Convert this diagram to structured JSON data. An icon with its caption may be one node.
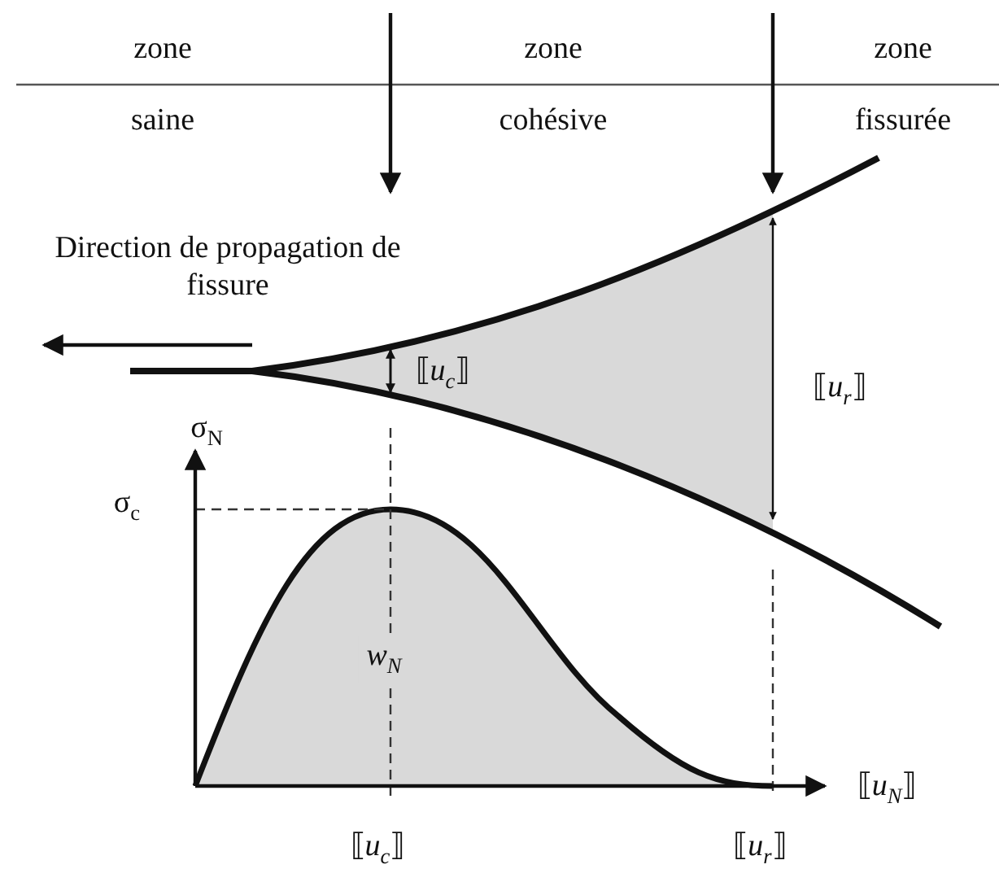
{
  "diagram": {
    "labels": [
      "zone",
      "zone",
      "zone",
      "saine",
      "cohésive",
      "fissurée",
      "Direction de propagation de fissure",
      "⟦*u*$_{c}$⟧",
      "⟦*u*$_{r}$⟧",
      "σ$_{N}$",
      "σ$_{c}$",
      "w$_{N}$",
      "⟦*u*$_{N}$⟧",
      "⟦*u*$_{c}$⟧",
      "⟦*u*$_{r}$⟧"
    ]
  }
}
